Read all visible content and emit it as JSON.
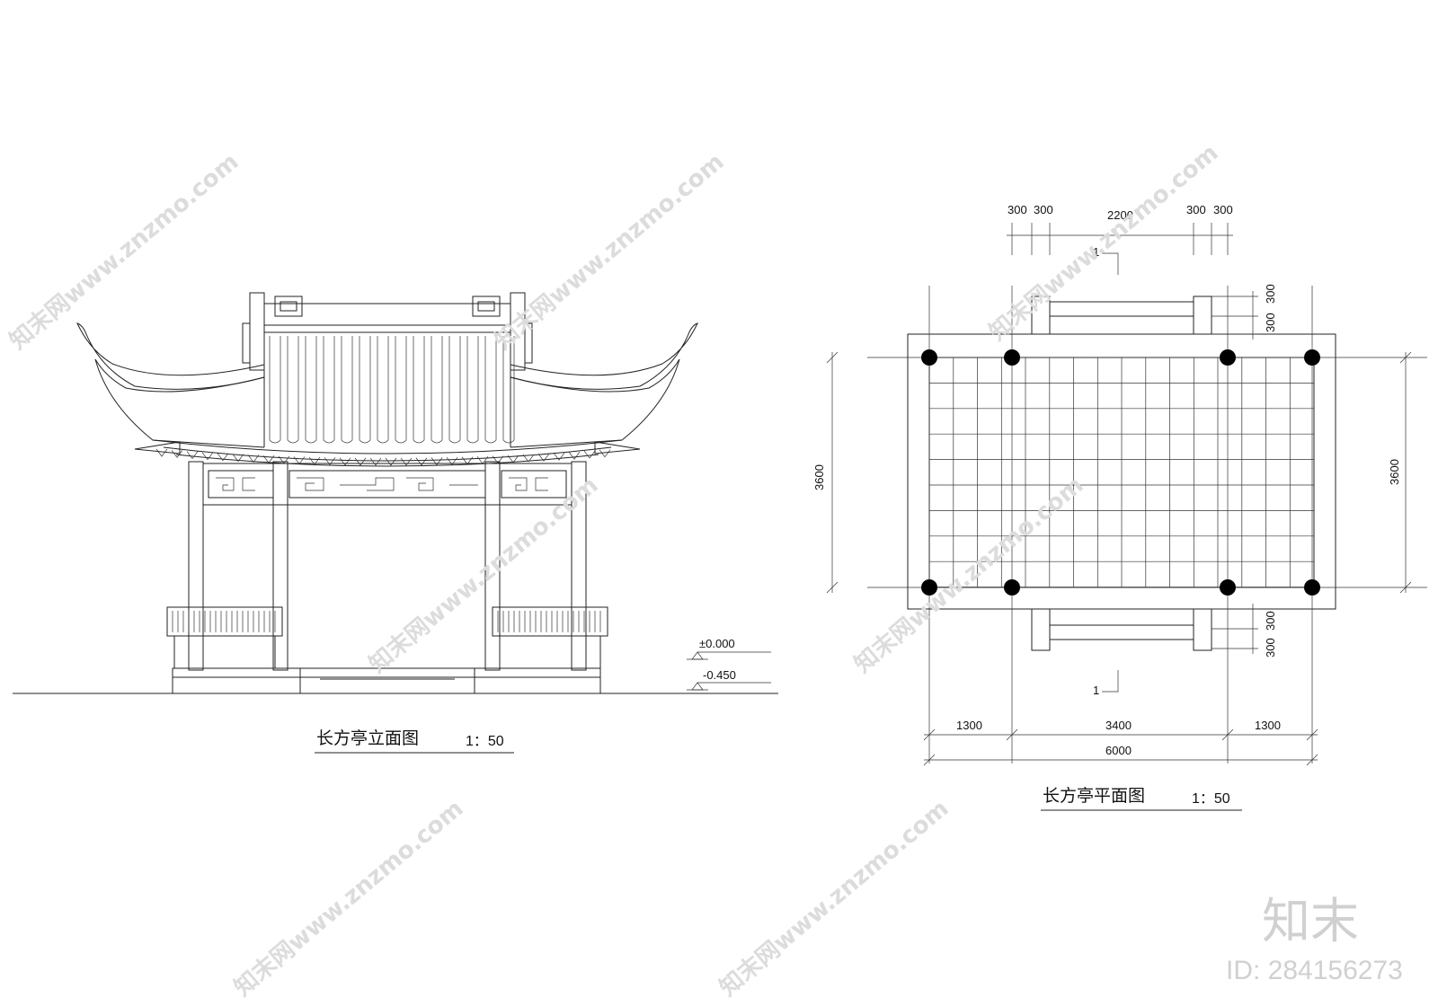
{
  "elevation": {
    "title": "长方亭立面图",
    "scale": "1：50",
    "levels": {
      "top": "±0.000",
      "bottom": "-0.450"
    }
  },
  "plan": {
    "title": "长方亭平面图",
    "scale": "1：50",
    "top_dims": {
      "a": "300",
      "b": "300",
      "c": "2200",
      "d": "300",
      "e": "300"
    },
    "side_dims": {
      "top": "300",
      "top2": "300",
      "bottom": "300",
      "bottom2": "300"
    },
    "height_left": "3600",
    "height_right": "3600",
    "bottom_dims": {
      "left": "1300",
      "middle": "3400",
      "right": "1300",
      "total": "6000"
    },
    "section_mark_top": "1",
    "section_mark_bottom": "1"
  },
  "watermark": {
    "text": "知末网www.znzmo.com",
    "logo": "知末",
    "id_label": "ID: 284156273"
  }
}
